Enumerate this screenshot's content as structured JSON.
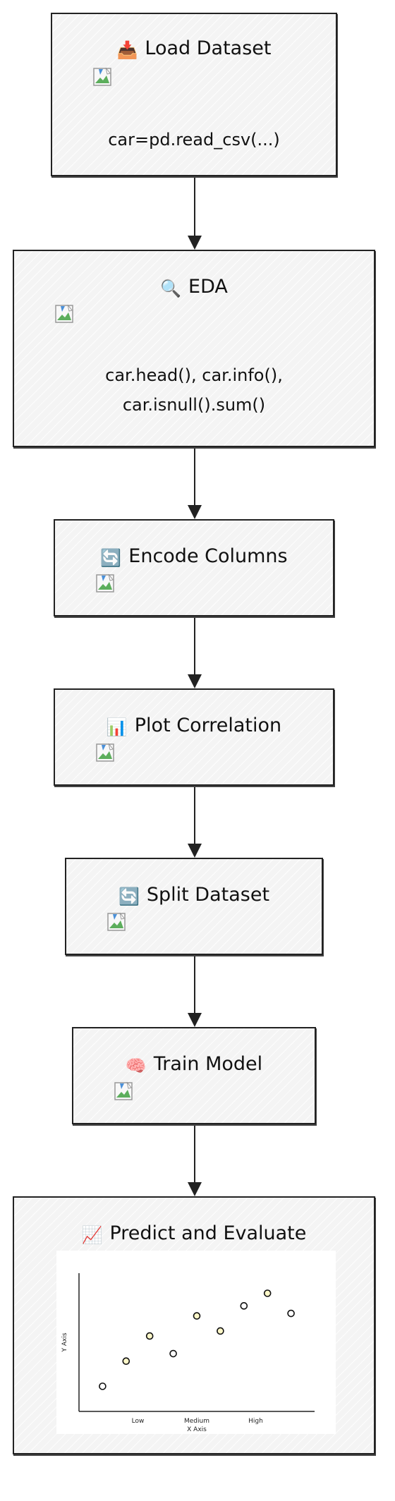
{
  "nodes": {
    "load": {
      "icon": "inbox-tray-icon",
      "glyph": "📥",
      "label": "Load Dataset",
      "code": "car=pd.read_csv(...)"
    },
    "eda": {
      "icon": "magnifier-icon",
      "glyph": "🔍",
      "label": "EDA",
      "code_line1": "car.head(), car.info(),",
      "code_line2": "car.isnull().sum()"
    },
    "encode": {
      "icon": "refresh-arrows-icon",
      "glyph": "🔄",
      "label": "Encode Columns"
    },
    "plot": {
      "icon": "bar-chart-icon",
      "glyph": "📊",
      "label": "Plot Correlation"
    },
    "split": {
      "icon": "refresh-arrows-icon",
      "glyph": "🔄",
      "label": "Split Dataset"
    },
    "train": {
      "icon": "brain-icon",
      "glyph": "🧠",
      "label": "Train Model"
    },
    "predict": {
      "icon": "chart-increasing-icon",
      "glyph": "📈",
      "label": "Predict and Evaluate"
    }
  },
  "chart_data": {
    "type": "scatter",
    "xlabel": "X Axis",
    "ylabel": "Y Axis",
    "categories": [
      "Low",
      "Medium",
      "High"
    ],
    "x": [
      0.5,
      1.0,
      1.5,
      2.0,
      2.5,
      3.0,
      3.5,
      4.0,
      4.5
    ],
    "y": [
      1.0,
      2.0,
      3.0,
      2.3,
      3.8,
      3.2,
      4.2,
      4.7,
      3.9
    ],
    "xlim": [
      0,
      5
    ],
    "ylim": [
      0,
      5.5
    ],
    "marker_colors": [
      "#ffffff",
      "#fff8c8",
      "#fff8c8",
      "#ffffff",
      "#fff8c8",
      "#fff8c8",
      "#ffffff",
      "#fff8c8",
      "#ffffff"
    ]
  }
}
